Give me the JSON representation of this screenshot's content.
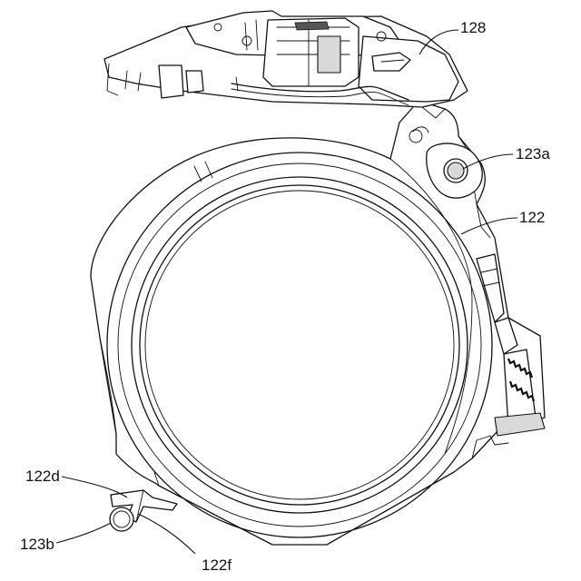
{
  "labels": {
    "part_128": "128",
    "part_123a": "123a",
    "part_122": "122",
    "part_122d": "122d",
    "part_123b": "123b",
    "part_122f": "122f"
  },
  "colors": {
    "line": "#111111",
    "background": "#ffffff"
  }
}
